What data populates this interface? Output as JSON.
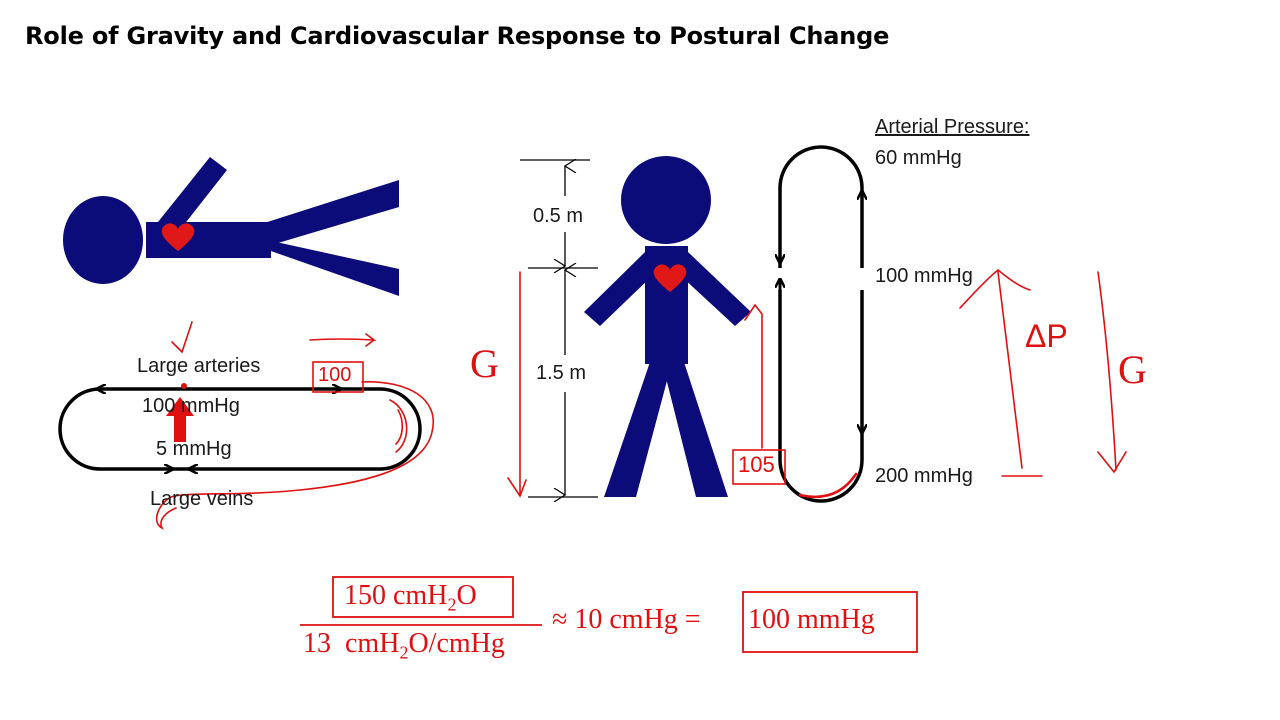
{
  "title": "Role of Gravity and Cardiovascular Response to Postural Change",
  "colors": {
    "figure": "#0b0b7a",
    "annotation": "#e01010",
    "heart": "#e01818",
    "line": "#000000"
  },
  "supine": {
    "large_arteries": "Large arteries",
    "arterial_pressure": "100 mmHg",
    "venous_pressure": "5 mmHg",
    "large_veins": "Large veins",
    "annotation_box": "100"
  },
  "standing": {
    "dim_upper": "0.5 m",
    "dim_lower": "1.5 m",
    "arterial_pressure_header": "Arterial Pressure:",
    "pressure_top": "60 mmHg",
    "pressure_heart": "100 mmHg",
    "pressure_feet": "200 mmHg",
    "annotation_box": "105",
    "gravity_left": "G",
    "gravity_right": "G",
    "delta_p": "ΔP"
  },
  "equation": {
    "numerator": "150 cmH",
    "numerator_sub": "2",
    "numerator_tail": "O",
    "denominator": "13  cmH",
    "denominator_sub": "2",
    "denominator_tail": "O/cmHg",
    "approx": "≈ 10 cmHg =",
    "result": "100 mmHg"
  }
}
